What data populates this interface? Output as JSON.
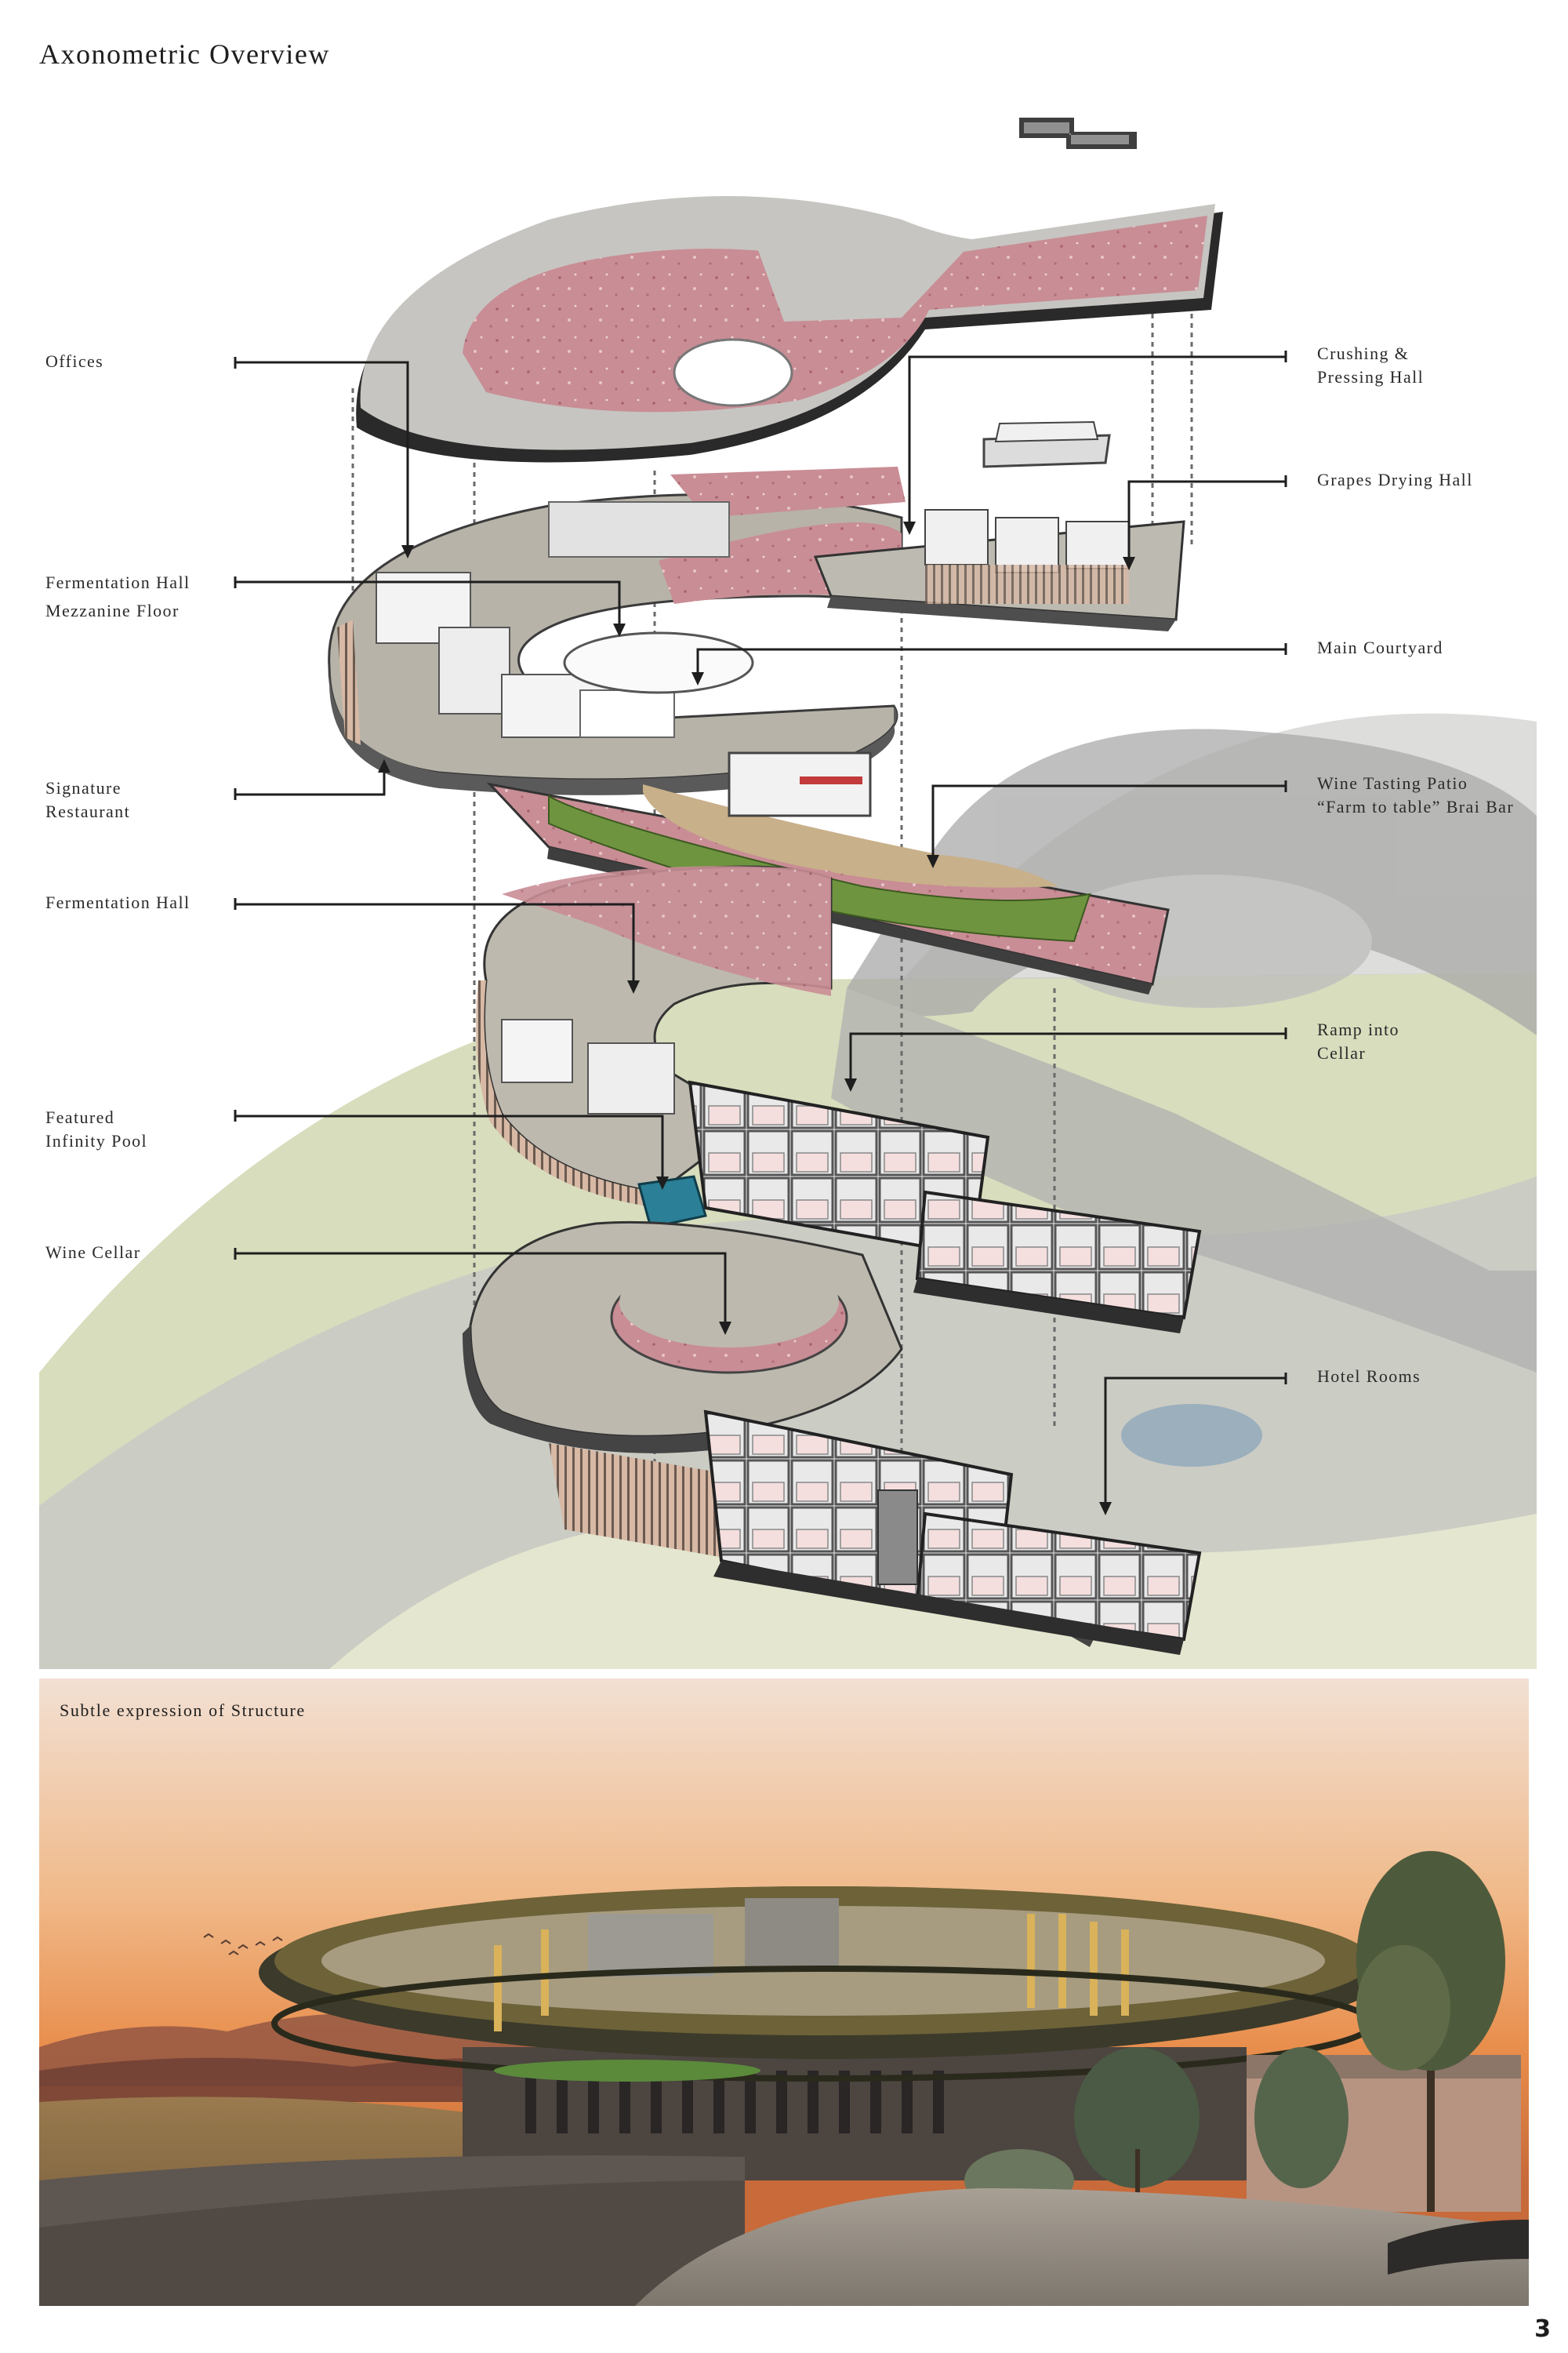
{
  "page": {
    "title": "Axonometric Overview",
    "page_number": "3"
  },
  "labels": {
    "left": [
      {
        "id": "offices",
        "lines": [
          "Offices"
        ]
      },
      {
        "id": "fermentation-mezzanine",
        "lines": [
          "Fermentation Hall",
          "Mezzanine Floor"
        ]
      },
      {
        "id": "signature-restaurant",
        "lines": [
          "Signature",
          "Restaurant"
        ]
      },
      {
        "id": "fermentation-hall",
        "lines": [
          "Fermentation Hall"
        ]
      },
      {
        "id": "infinity-pool",
        "lines": [
          "Featured",
          "Infinity Pool"
        ]
      },
      {
        "id": "wine-cellar",
        "lines": [
          "Wine Cellar"
        ]
      }
    ],
    "right": [
      {
        "id": "crushing-pressing",
        "lines": [
          "Crushing &",
          "Pressing Hall"
        ]
      },
      {
        "id": "grapes-drying",
        "lines": [
          "Grapes Drying Hall"
        ]
      },
      {
        "id": "main-courtyard",
        "lines": [
          "Main Courtyard"
        ]
      },
      {
        "id": "wine-tasting",
        "lines": [
          "Wine Tasting Patio",
          "“Farm to table” Brai Bar"
        ]
      },
      {
        "id": "ramp-cellar",
        "lines": [
          "Ramp into",
          "Cellar"
        ]
      },
      {
        "id": "hotel-rooms",
        "lines": [
          "Hotel Rooms"
        ]
      }
    ]
  },
  "render": {
    "caption": "Subtle expression of Structure"
  },
  "colors": {
    "slab_grey": "#b9b6ad",
    "roof_concrete": "#c7c6c2",
    "roof_pink": "#c98d95",
    "lawn_green": "#6f9440",
    "pool_blue": "#2b7f96",
    "site_sage": "#d6dcb8",
    "sky_orange": "#e88c4a"
  }
}
